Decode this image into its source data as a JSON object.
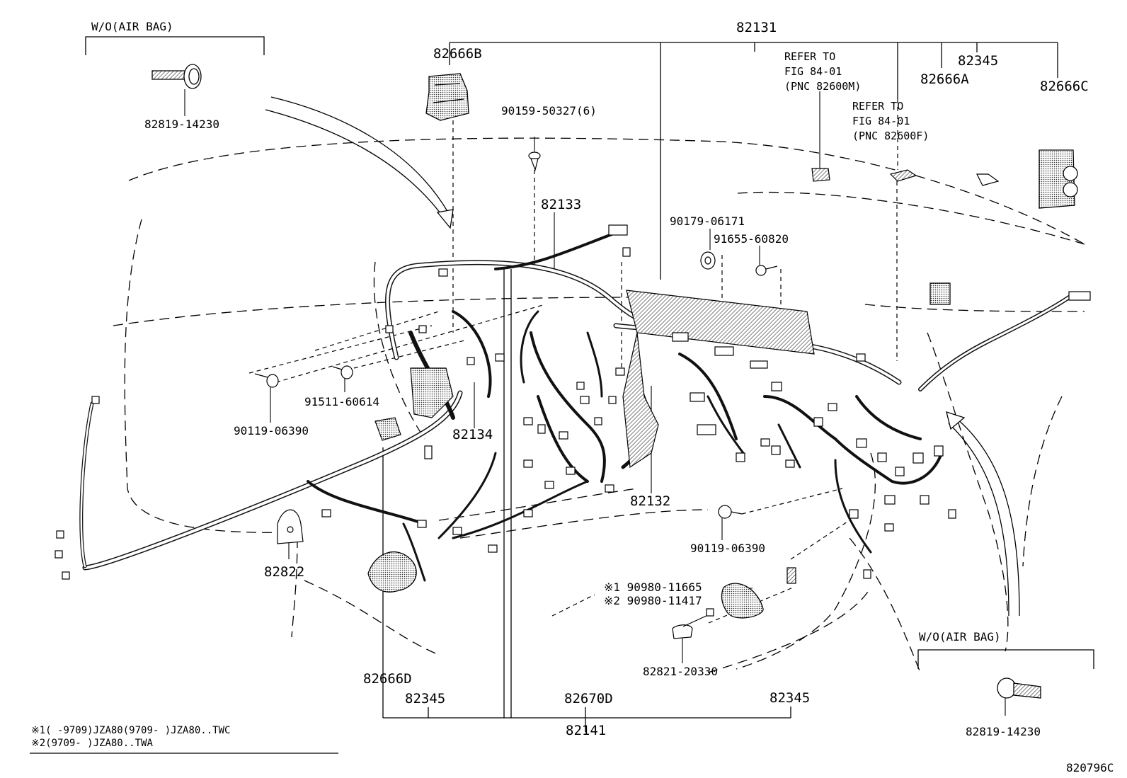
{
  "figure_code": "820796C",
  "groups": {
    "wo_airbag_top": "W/O(AIR BAG)",
    "wo_airbag_bottom": "W/O(AIR BAG)"
  },
  "refer": {
    "m_line1": "REFER TO",
    "m_line2": "FIG 84-01",
    "m_line3": "(PNC 82600M)",
    "f_line1": "REFER TO",
    "f_line2": "FIG 84-01",
    "f_line3": "(PNC 82600F)"
  },
  "parts": {
    "p82131": "82131",
    "p82666B": "82666B",
    "p82345_top": "82345",
    "p82666A": "82666A",
    "p82666C": "82666C",
    "p82819_top": "82819-14230",
    "p90159": "90159-50327(6)",
    "p82133": "82133",
    "p90179": "90179-06171",
    "p91655": "91655-60820",
    "p91511": "91511-60614",
    "p90119_left": "90119-06390",
    "p82134": "82134",
    "p82132": "82132",
    "p90119_right": "90119-06390",
    "p82822": "82822",
    "p90980_1": "※1 90980-11665",
    "p90980_2": "※2 90980-11417",
    "p82821": "82821-20330",
    "p82666D": "82666D",
    "p82345_bl": "82345",
    "p82670D": "82670D",
    "p82345_br": "82345",
    "p82141": "82141",
    "p82819_bottom": "82819-14230"
  },
  "legend": {
    "line1": "※1(     -9709)JZA80(9709-     )JZA80..TWC",
    "line2": "※2(9709-     )JZA80..TWA"
  }
}
